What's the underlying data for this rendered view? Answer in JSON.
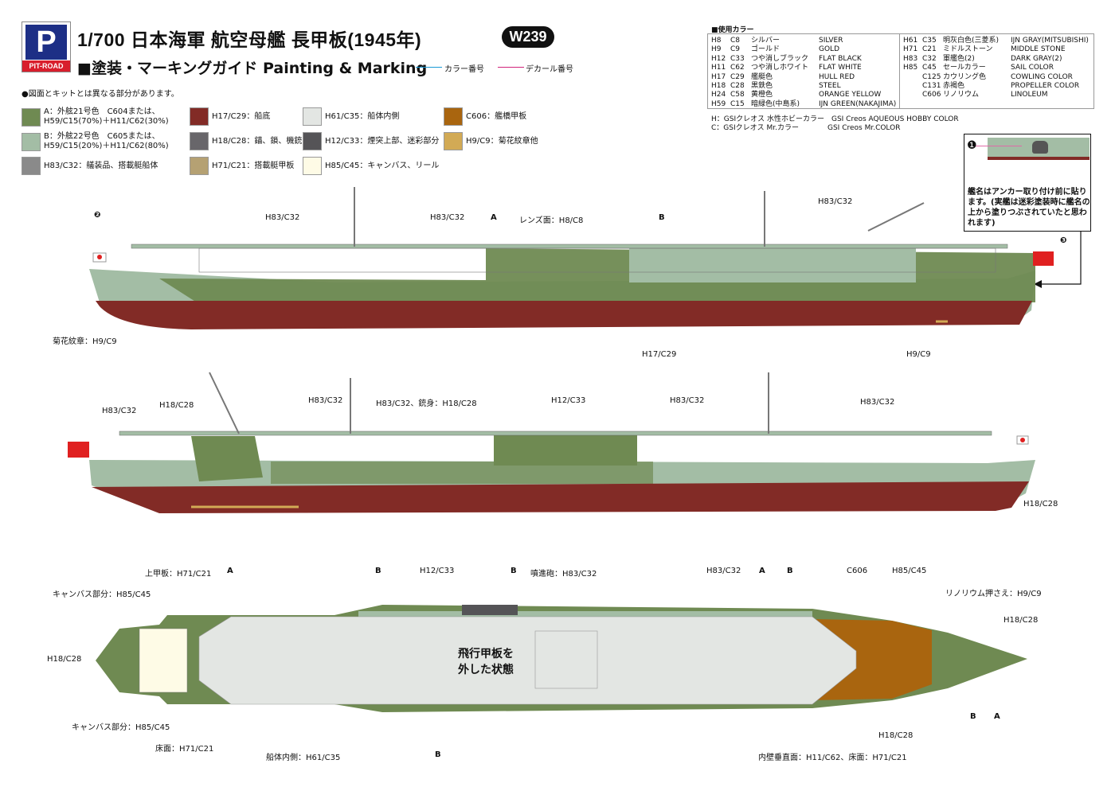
{
  "header": {
    "logo_text": "PIT-ROAD",
    "title": "1/700 日本海軍 航空母艦 長甲板(1945年)",
    "code": "W239",
    "subtitle": "■塗装・マーキングガイド Painting & Marking",
    "legend_color": "カラー番号",
    "legend_decal": "デカール番号",
    "note": "●図面とキットとは異なる部分があります。"
  },
  "swatches": [
    {
      "color": "#6f8a52",
      "text": "A：外舷21号色　C604または、\nH59/C15(70%)＋H11/C62(30%)"
    },
    {
      "color": "#a3bda5",
      "text": "B：外舷22号色　C605または、\nH59/C15(20%)＋H11/C62(80%)"
    },
    {
      "color": "#8a8a8a",
      "text": "H83/C32：艤装品、搭載艇船体"
    },
    {
      "color": "#822b26",
      "text": "H17/C29：船底"
    },
    {
      "color": "#68666a",
      "text": "H18/C28：錨、鎖、機銃"
    },
    {
      "color": "#b5a173",
      "text": "H71/C21：搭載艇甲板"
    },
    {
      "color": "#e3e6e3",
      "text": "H61/C35：船体内側"
    },
    {
      "color": "#555457",
      "text": "H12/C33：煙突上部、迷彩部分"
    },
    {
      "color": "#fefbe6",
      "text": "H85/C45：キャンバス、リール"
    },
    {
      "color": "#a9650f",
      "text": "C606：艦橋甲板"
    },
    {
      "color": "#d2aa55",
      "text": "H9/C9：菊花紋章他"
    }
  ],
  "paint_table": {
    "title": "■使用カラー",
    "rows": [
      [
        "H8",
        "C8",
        "シルバー",
        "SILVER"
      ],
      [
        "H9",
        "C9",
        "ゴールド",
        "GOLD"
      ],
      [
        "H12",
        "C33",
        "つや消しブラック",
        "FLAT BLACK"
      ],
      [
        "H11",
        "C62",
        "つや消しホワイト",
        "FLAT WHITE"
      ],
      [
        "H17",
        "C29",
        "艦艇色",
        "HULL RED"
      ],
      [
        "H18",
        "C28",
        "黒鉄色",
        "STEEL"
      ],
      [
        "H24",
        "C58",
        "黄橙色",
        "ORANGE YELLOW"
      ],
      [
        "H59",
        "C15",
        "暗緑色(中島系)",
        "IJN GREEN(NAKAJIMA)"
      ],
      [
        "H61",
        "C35",
        "明灰白色(三菱系)",
        "IJN GRAY(MITSUBISHI)"
      ],
      [
        "H71",
        "C21",
        "ミドルストーン",
        "MIDDLE STONE"
      ],
      [
        "H83",
        "C32",
        "軍艦色(2)",
        "DARK GRAY(2)"
      ],
      [
        "H85",
        "C45",
        "セールカラー",
        "SAIL COLOR"
      ],
      [
        "",
        "C125",
        "カウリング色",
        "COWLING COLOR"
      ],
      [
        "",
        "C131",
        "赤褐色",
        "PROPELLER COLOR"
      ],
      [
        "",
        "C606",
        "リノリウム",
        "LINOLEUM"
      ]
    ],
    "note_h": "H：GSIクレオス 水性ホビーカラー　GSI Creos AQUEOUS HOBBY COLOR",
    "note_c": "C：GSIクレオス Mr.カラー　　　　GSI Creos Mr.COLOR"
  },
  "inset": {
    "marker": "❶",
    "text": "艦名はアンカー取り付け前に貼ります。(実艦は迷彩塗装時に艦名の上から塗りつぶされていたと思われます)"
  },
  "side1_labels": [
    "❷",
    "H83/C32",
    "H83/C32",
    "A",
    "レンズ面：H8/C8",
    "B",
    "H83/C32",
    "❸",
    "菊花紋章：H9/C9",
    "H17/C29",
    "H9/C9"
  ],
  "side2_labels": [
    "H83/C32",
    "H18/C28",
    "H83/C32",
    "H83/C32、銃身：H18/C28",
    "H12/C33",
    "H83/C32",
    "H83/C32",
    "H18/C28"
  ],
  "plan_labels": [
    "上甲板：H71/C21",
    "A",
    "キャンバス部分：H85/C45",
    "H18/C28",
    "キャンバス部分：H85/C45",
    "床面：H71/C21",
    "船体内側：H61/C35",
    "B",
    "H12/C33",
    "B",
    "噴進砲：H83/C32",
    "B",
    "H83/C32",
    "A",
    "B",
    "C606",
    "H85/C45",
    "リノリウム押さえ：H9/C9",
    "H18/C28",
    "B",
    "A",
    "H18/C28",
    "内壁垂直面：H11/C62、床面：H71/C21"
  ],
  "plan_center": "飛行甲板を\n外した状態"
}
